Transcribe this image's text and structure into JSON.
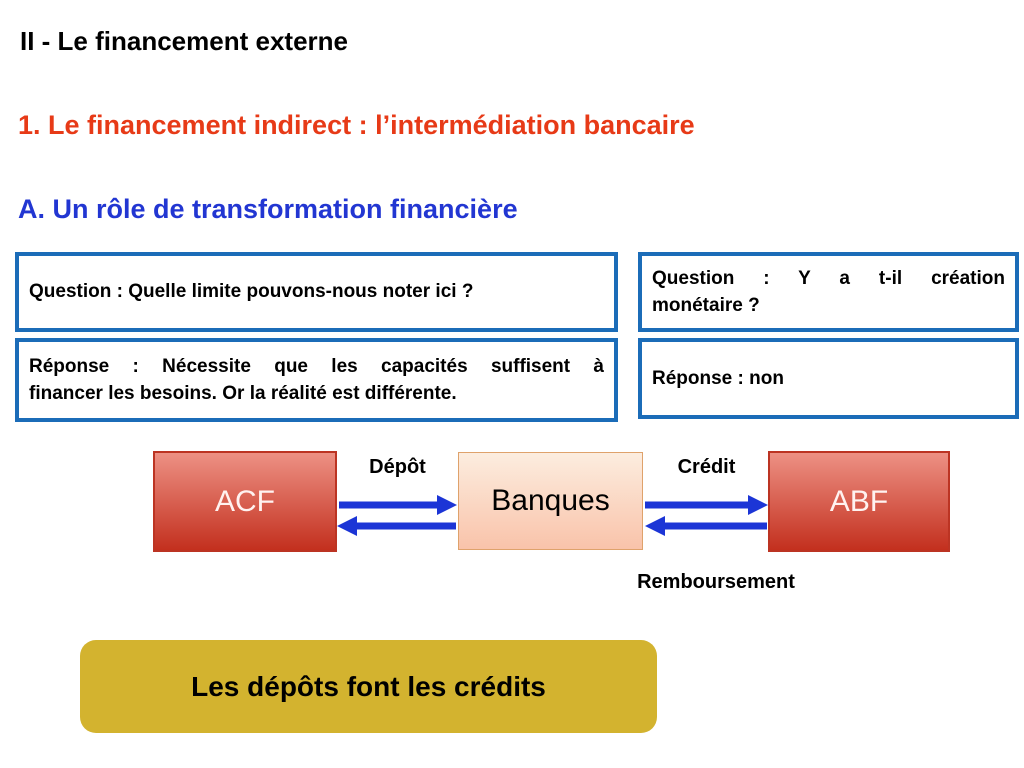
{
  "headings": {
    "title": "II - Le financement externe",
    "subtitle": "1. Le financement indirect : l’intermédiation bancaire",
    "section": "A. Un rôle de transformation financière"
  },
  "qa_boxes": {
    "question_left": "Question : Quelle limite pouvons-nous noter ici ?",
    "question_right": {
      "line1": "Question : Y a t-il création",
      "line2": "monétaire ?"
    },
    "answer_left": {
      "line1": "Réponse : Nécessite que les capacités suffisent à",
      "line2": "financer les besoins. Or la réalité est différente."
    },
    "answer_right": "Réponse : non"
  },
  "diagram": {
    "nodes": {
      "acf": "ACF",
      "banques": "Banques",
      "abf": "ABF"
    },
    "flow_labels": {
      "deposit": "Dépôt",
      "credit": "Crédit",
      "repayment": "Remboursement"
    }
  },
  "callout": "Les dépôts font les crédits",
  "colors": {
    "subtitle_red": "#E73A17",
    "section_blue": "#2236D2",
    "qa_border_blue": "#1B6CB8",
    "arrow_blue": "#1C35D6",
    "node_red_top": "#ED9184",
    "node_red_bottom": "#C3301E",
    "bank_peach_top": "#FCEDDF",
    "bank_peach_bottom": "#F9C3AA",
    "callout_yellow": "#D3B32F"
  }
}
